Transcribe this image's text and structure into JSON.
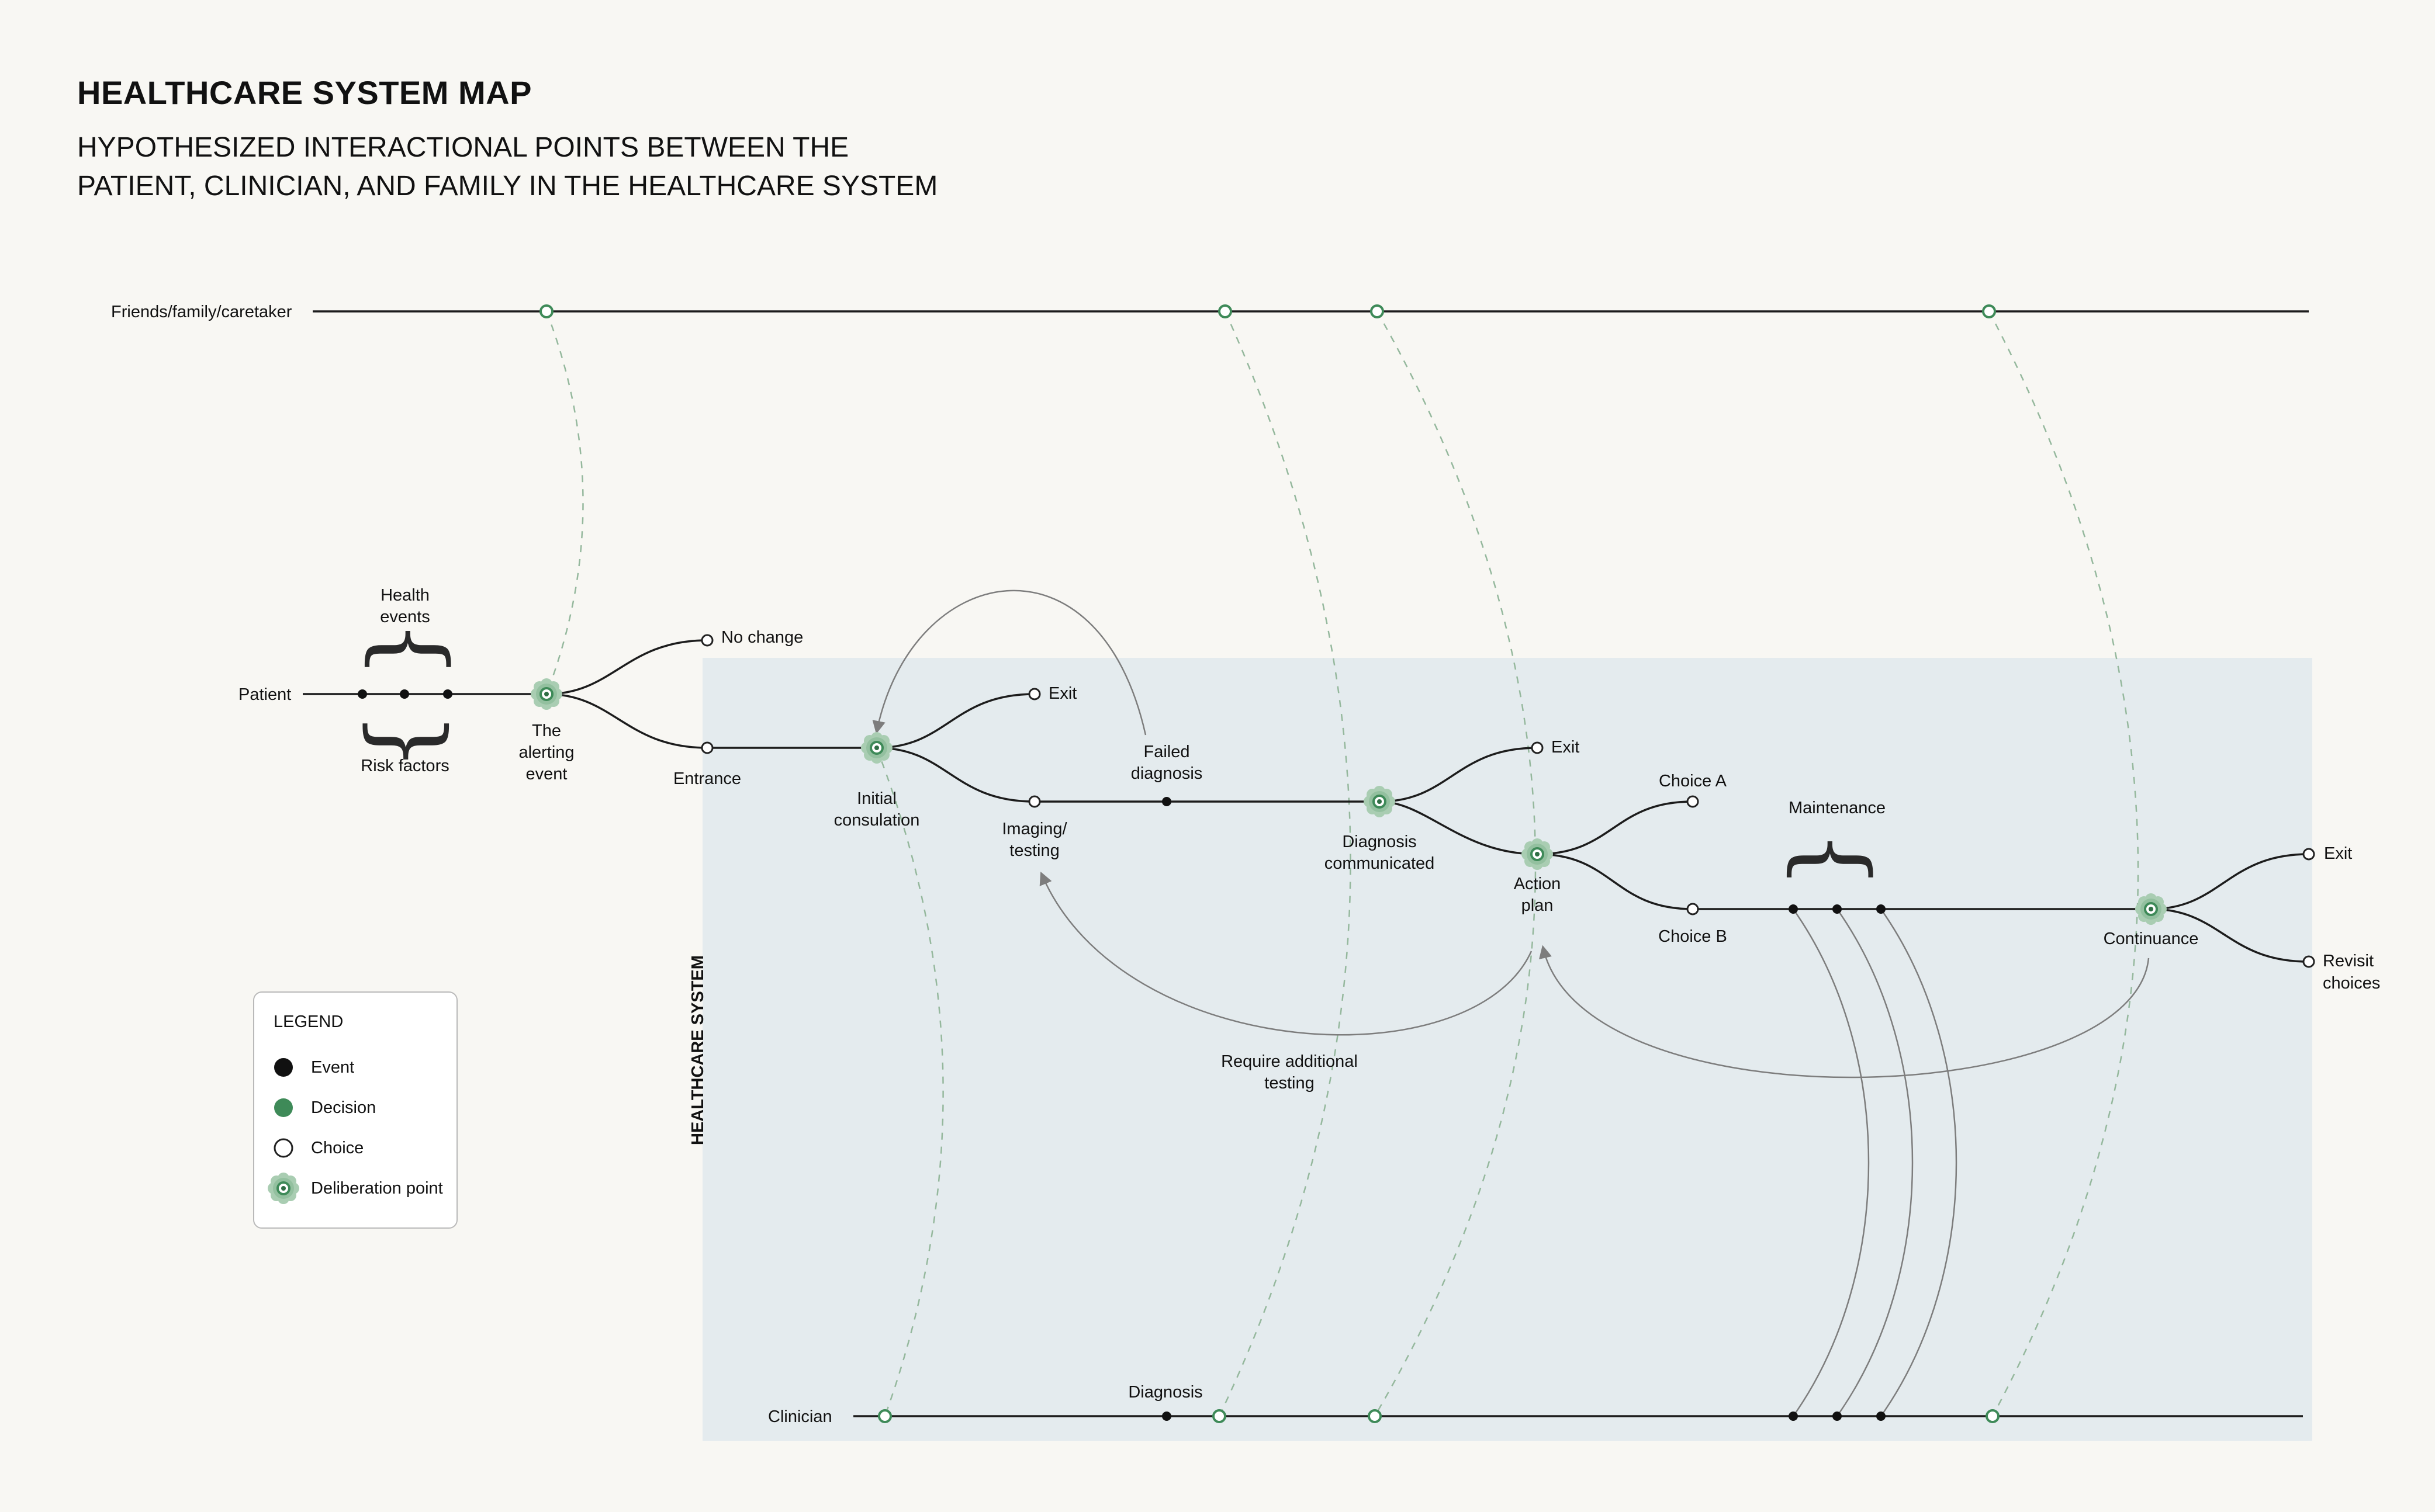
{
  "title": "HEALTHCARE SYSTEM MAP",
  "subtitle_line1": "HYPOTHESIZED INTERACTIONAL POINTS BETWEEN THE",
  "subtitle_line2": "PATIENT, CLINICIAN, AND FAMILY IN THE HEALTHCARE SYSTEM",
  "lanes": {
    "friends": "Friends/family/caretaker",
    "patient": "Patient",
    "clinician": "Clinician"
  },
  "region_label": "HEALTHCARE SYSTEM",
  "labels": {
    "health_events_1": "Health",
    "health_events_2": "events",
    "risk_factors": "Risk factors",
    "alerting_1": "The",
    "alerting_2": "alerting",
    "alerting_3": "event",
    "no_change": "No change",
    "entrance": "Entrance",
    "exit_1": "Exit",
    "initial_1": "Initial",
    "initial_2": "consulation",
    "imaging_1": "Imaging/",
    "imaging_2": "testing",
    "failed_1": "Failed",
    "failed_2": "diagnosis",
    "diag_comm_1": "Diagnosis",
    "diag_comm_2": "communicated",
    "exit_2": "Exit",
    "choice_a": "Choice A",
    "choice_b": "Choice B",
    "action_1": "Action",
    "action_2": "plan",
    "maintenance": "Maintenance",
    "continuance": "Continuance",
    "exit_3": "Exit",
    "revisit_1": "Revisit",
    "revisit_2": "choices",
    "require_1": "Require additional",
    "require_2": "testing",
    "diagnosis": "Diagnosis"
  },
  "legend": {
    "title": "LEGEND",
    "items": [
      "Event",
      "Decision",
      "Choice",
      "Deliberation point"
    ]
  },
  "colors": {
    "background": "#f8f7f3",
    "system_region": "#e4ebee",
    "decision_green": "#3e8a58",
    "deliberation_halo": "#a9cdb2",
    "line": "#1c1c1c"
  }
}
